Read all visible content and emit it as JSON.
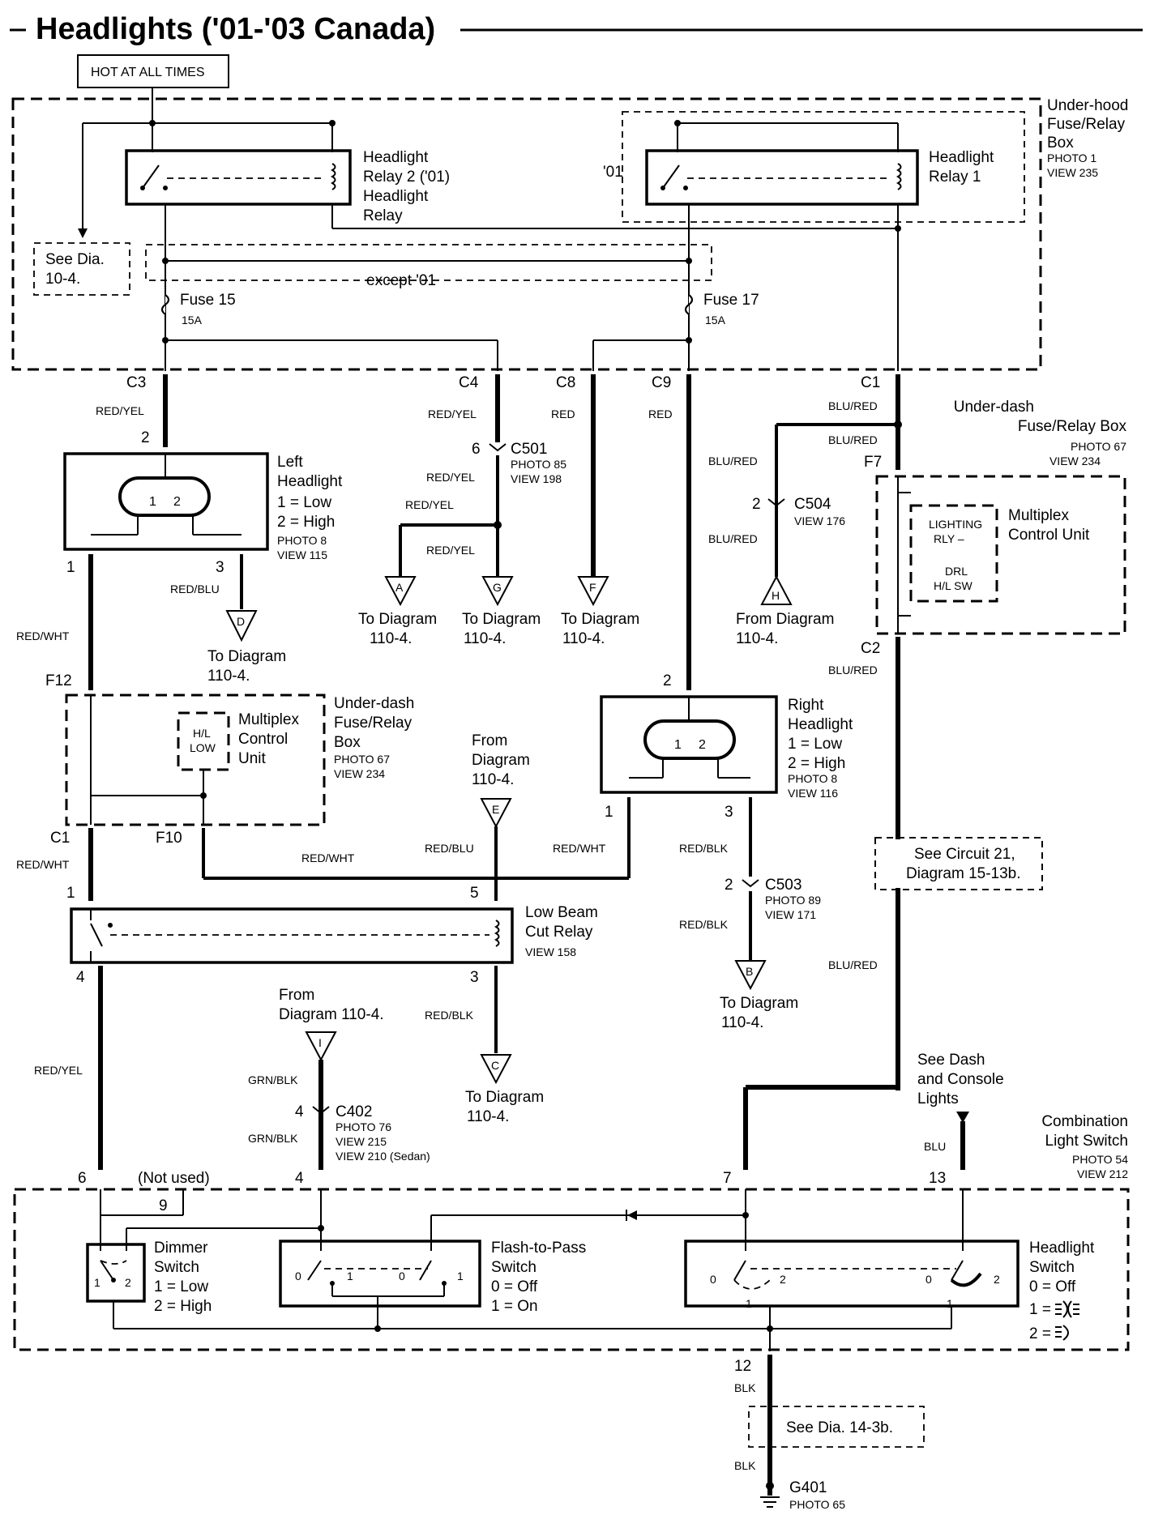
{
  "title": "Headlights ('01-'03 Canada)",
  "hot_label": "HOT AT ALL TIMES",
  "underhood": {
    "name1": "Under-hood",
    "name2": "Fuse/Relay",
    "name3": "Box",
    "photo": "PHOTO 1",
    "view": "VIEW 235"
  },
  "relay2": {
    "l1": "Headlight",
    "l2": "Relay 2 ('01)",
    "l3": "Headlight",
    "l4": "Relay"
  },
  "relay1": {
    "l1": "Headlight",
    "l2": "Relay 1",
    "year": "'01"
  },
  "see_dia_a": {
    "l1": "See Dia.",
    "l2": "10-4."
  },
  "except01": "except '01",
  "fuse15": {
    "name": "Fuse 15",
    "rating": "15A"
  },
  "fuse17": {
    "name": "Fuse 17",
    "rating": "15A"
  },
  "connectors": {
    "c3": "C3",
    "c4": "C4",
    "c8": "C8",
    "c9": "C9",
    "c1": "C1"
  },
  "wires": {
    "red_yel": "RED/YEL",
    "red": "RED",
    "blu_red": "BLU/RED",
    "red_blu": "RED/BLU",
    "red_wht": "RED/WHT",
    "red_blk": "RED/BLK",
    "grn_blk": "GRN/BLK",
    "blu": "BLU",
    "blk": "BLK"
  },
  "underdash_top": {
    "l1": "Under-dash",
    "l2": "Fuse/Relay Box",
    "photo": "PHOTO 67",
    "view": "VIEW 234",
    "f7": "F7",
    "c2": "C2"
  },
  "mcu_top": {
    "l1": "Multiplex",
    "l2": "Control Unit",
    "lr1": "LIGHTING",
    "lr2": "RLY –",
    "drl1": "DRL",
    "drl2": "H/L SW"
  },
  "left_headlight": {
    "l1": "Left",
    "l2": "Headlight",
    "low": "1 =  Low",
    "high": "2 =  High",
    "photo": "PHOTO 8",
    "view": "VIEW 115",
    "pin2": "2",
    "pin1": "1",
    "pin3": "3",
    "b1": "1",
    "b2": "2"
  },
  "right_headlight": {
    "l1": "Right",
    "l2": "Headlight",
    "low": "1 =  Low",
    "high": "2 =  High",
    "photo": "PHOTO 8",
    "view": "VIEW 116",
    "pin2": "2",
    "pin1": "1",
    "pin3": "3",
    "b1": "1",
    "b2": "2"
  },
  "c501": {
    "name": "C501",
    "photo": "PHOTO 85",
    "view": "VIEW 198",
    "pin": "6"
  },
  "c504": {
    "name": "C504",
    "view": "VIEW 176",
    "pin": "2"
  },
  "c503": {
    "name": "C503",
    "photo": "PHOTO 89",
    "view": "VIEW 171",
    "pin": "2"
  },
  "c402": {
    "name": "C402",
    "photo": "PHOTO 76",
    "view1": "VIEW 215",
    "view2": "VIEW 210 (Sedan)",
    "pin": "4"
  },
  "to_diagram": "To Diagram",
  "from_diagram": "From Diagram",
  "from_l1": "From",
  "diagram_l2": "Diagram",
  "dia_110": "110-4.",
  "from_dia_i": "Diagram 110-4.",
  "letters": {
    "a": "A",
    "g": "G",
    "f": "F",
    "h": "H",
    "d": "D",
    "e": "E",
    "b": "B",
    "i": "I",
    "c": "C"
  },
  "underdash_mid": {
    "l1": "Under-dash",
    "l2": "Fuse/Relay",
    "l3": "Box",
    "photo": "PHOTO 67",
    "view": "VIEW 234",
    "f12": "F12",
    "c1": "C1",
    "f10": "F10"
  },
  "mcu_mid": {
    "l1": "Multiplex",
    "l2": "Control",
    "l3": "Unit",
    "hl": "H/L",
    "low": "LOW"
  },
  "see_circuit": {
    "l1": "See Circuit 21,",
    "l2": "Diagram 15-13b."
  },
  "low_beam": {
    "l1": "Low Beam",
    "l2": "Cut Relay",
    "view": "VIEW 158",
    "p1": "1",
    "p5": "5",
    "p4": "4",
    "p3": "3"
  },
  "dash_lights": {
    "l1": "See Dash",
    "l2": "and Console",
    "l3": "Lights"
  },
  "combo": {
    "l1": "Combination",
    "l2": "Light Switch",
    "photo": "PHOTO 54",
    "view": "VIEW 212"
  },
  "combo_pins": {
    "p6": "6",
    "not_used": "(Not used)",
    "p9": "9",
    "p4": "4",
    "p7": "7",
    "p13": "13",
    "p12": "12"
  },
  "dimmer": {
    "l1": "Dimmer",
    "l2": "Switch",
    "low": "1 =  Low",
    "high": "2 =  High",
    "s1": "1",
    "s2": "2"
  },
  "flash": {
    "l1": "Flash-to-Pass",
    "l2": "Switch",
    "off": "0 =  Off",
    "on": "1 =  On",
    "z": "0",
    "o": "1"
  },
  "hswitch": {
    "l1": "Headlight",
    "l2": "Switch",
    "off": "0 =  Off",
    "one": "1 =",
    "two": "2 =",
    "z": "0",
    "o": "1",
    "t": "2"
  },
  "see_dia_b": "See  Dia. 14-3b.",
  "g401": {
    "name": "G401",
    "photo": "PHOTO 65"
  }
}
